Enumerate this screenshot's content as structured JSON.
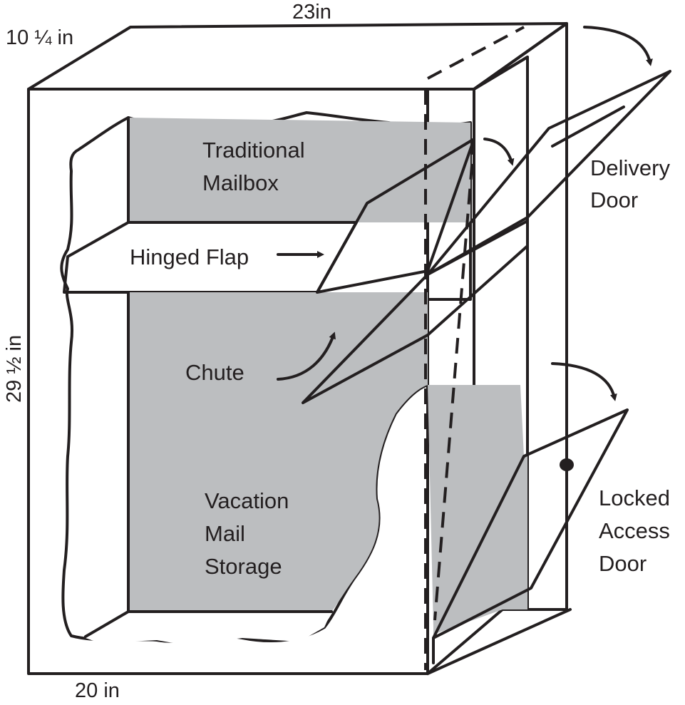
{
  "dimensions": {
    "width": "23in",
    "depth": "10 ¼ in",
    "height": "29 ½ in",
    "base": "20 in"
  },
  "labels": {
    "traditional_line1": "Traditional",
    "traditional_line2": "Mailbox",
    "hinged_flap": "Hinged Flap",
    "chute": "Chute",
    "vacation_line1": "Vacation",
    "vacation_line2": "Mail",
    "vacation_line3": "Storage",
    "delivery_line1": "Delivery",
    "delivery_line2": "Door",
    "locked_line1": "Locked",
    "locked_line2": "Access",
    "locked_line3": "Door"
  },
  "colors": {
    "ink": "#231f20",
    "interior_gray": "#bcbec0",
    "background": "#ffffff"
  }
}
